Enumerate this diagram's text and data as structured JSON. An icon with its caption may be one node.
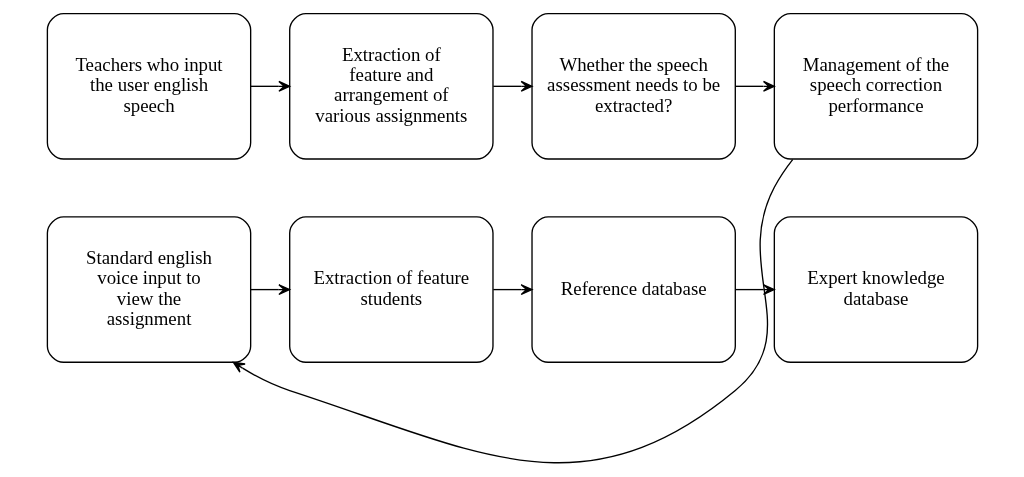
{
  "diagram": {
    "nodes": [
      {
        "text": [
          "Teachers who input the user english speech"
        ]
      },
      {
        "text": [
          "Extraction of feature and arrangement of various assignments"
        ]
      },
      {
        "text": [
          "Whether the speech assessment needs to be extracted?"
        ]
      },
      {
        "text": [
          "Management of the speech correction performance"
        ]
      },
      {
        "text": [
          "Standard english voice input to view the assignment"
        ]
      },
      {
        "text": [
          "Extraction of feature students"
        ]
      },
      {
        "text": [
          "Reference database"
        ]
      },
      {
        "text": [
          "Expert knowledge database"
        ]
      }
    ],
    "edges": [
      {
        "from": 0,
        "to": 1,
        "arrow": "to"
      },
      {
        "from": 1,
        "to": 2,
        "arrow": "to"
      },
      {
        "from": 2,
        "to": 3,
        "arrow": "to"
      },
      {
        "from": 3,
        "to": 4,
        "arrow": "to"
      },
      {
        "from": 4,
        "to": 5,
        "arrow": "to"
      },
      {
        "from": 5,
        "to": 6,
        "arrow": "to"
      },
      {
        "from": 6,
        "to": 7,
        "arrow": "to"
      }
    ]
  }
}
